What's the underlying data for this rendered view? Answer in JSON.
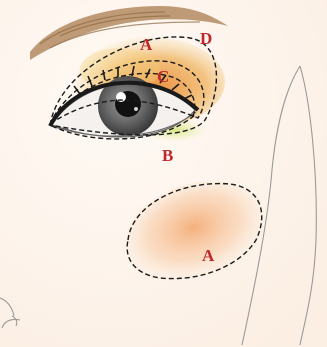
{
  "labels": {
    "upper_lid_zone": "A",
    "under_eye_zone": "B",
    "crease_zone": "C",
    "brow_bone_zone": "D",
    "cheek_zone": "A"
  },
  "colors": {
    "label": "#c0272d",
    "outline": "#1a1a1a",
    "skin": "#fdf4ec",
    "brow": "#a07850",
    "eyeshadow_orange": "#e8953f",
    "eyeshadow_yellow": "#e9c84a",
    "under_eye_green": "#cfe07a",
    "blush": "#f5b98a",
    "iris": "#6e6e6e",
    "pupil": "#111111"
  },
  "icons": {
    "eye": "eye-illustration",
    "brow": "eyebrow",
    "face": "face-outline"
  }
}
